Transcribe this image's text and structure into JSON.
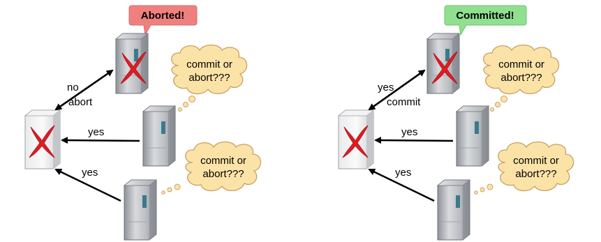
{
  "panels": [
    {
      "id": "left",
      "outcome_label": "Aborted!",
      "outcome_color": "#f08080",
      "edge_labels": {
        "top_line1": "no",
        "top_line2": "abort",
        "middle": "yes",
        "bottom": "yes"
      },
      "thoughts": [
        {
          "line1": "commit or",
          "line2": "abort???"
        },
        {
          "line1": "commit or",
          "line2": "abort???"
        }
      ]
    },
    {
      "id": "right",
      "outcome_label": "Committed!",
      "outcome_color": "#90e090",
      "edge_labels": {
        "top_line1": "yes",
        "top_line2": "commit",
        "middle": "yes",
        "bottom": "yes"
      },
      "thoughts": [
        {
          "line1": "commit or",
          "line2": "abort???"
        },
        {
          "line1": "commit or",
          "line2": "abort???"
        }
      ]
    }
  ],
  "colors": {
    "cloud_fill": "#fbe3a8",
    "cloud_stroke": "#c8a060",
    "cross": "#e11d24",
    "server_body": "#c9ccd0",
    "arrow": "#000000"
  },
  "icons": {
    "coordinator": "server-crashed-icon",
    "crashed_participant": "server-crashed-icon",
    "participant": "server-icon"
  }
}
